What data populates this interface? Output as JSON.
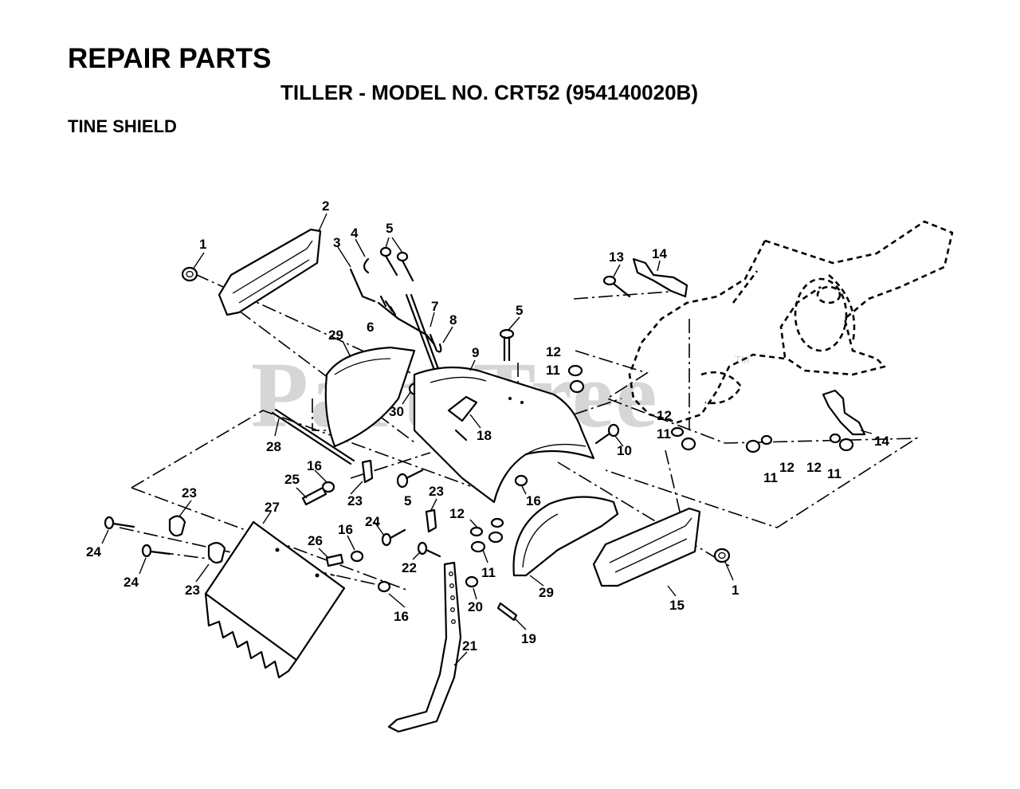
{
  "header": {
    "title": "REPAIR PARTS",
    "subtitle": "TILLER - MODEL NO. CRT52 (954140020B)",
    "section": "TINE SHIELD"
  },
  "watermark": {
    "text": "PartsTree",
    "tm": "TM"
  },
  "callouts": [
    {
      "id": "c-1a",
      "label": "1"
    },
    {
      "id": "c-2",
      "label": "2"
    },
    {
      "id": "c-3",
      "label": "3"
    },
    {
      "id": "c-4",
      "label": "4"
    },
    {
      "id": "c-5a",
      "label": "5"
    },
    {
      "id": "c-6",
      "label": "6"
    },
    {
      "id": "c-7",
      "label": "7"
    },
    {
      "id": "c-8",
      "label": "8"
    },
    {
      "id": "c-29a",
      "label": "29"
    },
    {
      "id": "c-9",
      "label": "9"
    },
    {
      "id": "c-5b",
      "label": "5"
    },
    {
      "id": "c-13",
      "label": "13"
    },
    {
      "id": "c-14a",
      "label": "14"
    },
    {
      "id": "c-12a",
      "label": "12"
    },
    {
      "id": "c-11a",
      "label": "11"
    },
    {
      "id": "c-30",
      "label": "30"
    },
    {
      "id": "c-18",
      "label": "18"
    },
    {
      "id": "c-28",
      "label": "28"
    },
    {
      "id": "c-10",
      "label": "10"
    },
    {
      "id": "c-12b",
      "label": "12"
    },
    {
      "id": "c-11b",
      "label": "11"
    },
    {
      "id": "c-14b",
      "label": "14"
    },
    {
      "id": "c-12c",
      "label": "12"
    },
    {
      "id": "c-12d",
      "label": "12"
    },
    {
      "id": "c-11c",
      "label": "11"
    },
    {
      "id": "c-11d",
      "label": "11"
    },
    {
      "id": "c-16a",
      "label": "16"
    },
    {
      "id": "c-25",
      "label": "25"
    },
    {
      "id": "c-23a",
      "label": "23"
    },
    {
      "id": "c-5c",
      "label": "5"
    },
    {
      "id": "c-23b",
      "label": "23"
    },
    {
      "id": "c-16b",
      "label": "16"
    },
    {
      "id": "c-23c",
      "label": "23"
    },
    {
      "id": "c-27",
      "label": "27"
    },
    {
      "id": "c-12e",
      "label": "12"
    },
    {
      "id": "c-24a",
      "label": "24"
    },
    {
      "id": "c-16c",
      "label": "16"
    },
    {
      "id": "c-26",
      "label": "26"
    },
    {
      "id": "c-24b",
      "label": "24"
    },
    {
      "id": "c-22",
      "label": "22"
    },
    {
      "id": "c-11e",
      "label": "11"
    },
    {
      "id": "c-24c",
      "label": "24"
    },
    {
      "id": "c-23d",
      "label": "23"
    },
    {
      "id": "c-29b",
      "label": "29"
    },
    {
      "id": "c-1b",
      "label": "1"
    },
    {
      "id": "c-15",
      "label": "15"
    },
    {
      "id": "c-20",
      "label": "20"
    },
    {
      "id": "c-16d",
      "label": "16"
    },
    {
      "id": "c-19",
      "label": "19"
    },
    {
      "id": "c-21",
      "label": "21"
    }
  ]
}
